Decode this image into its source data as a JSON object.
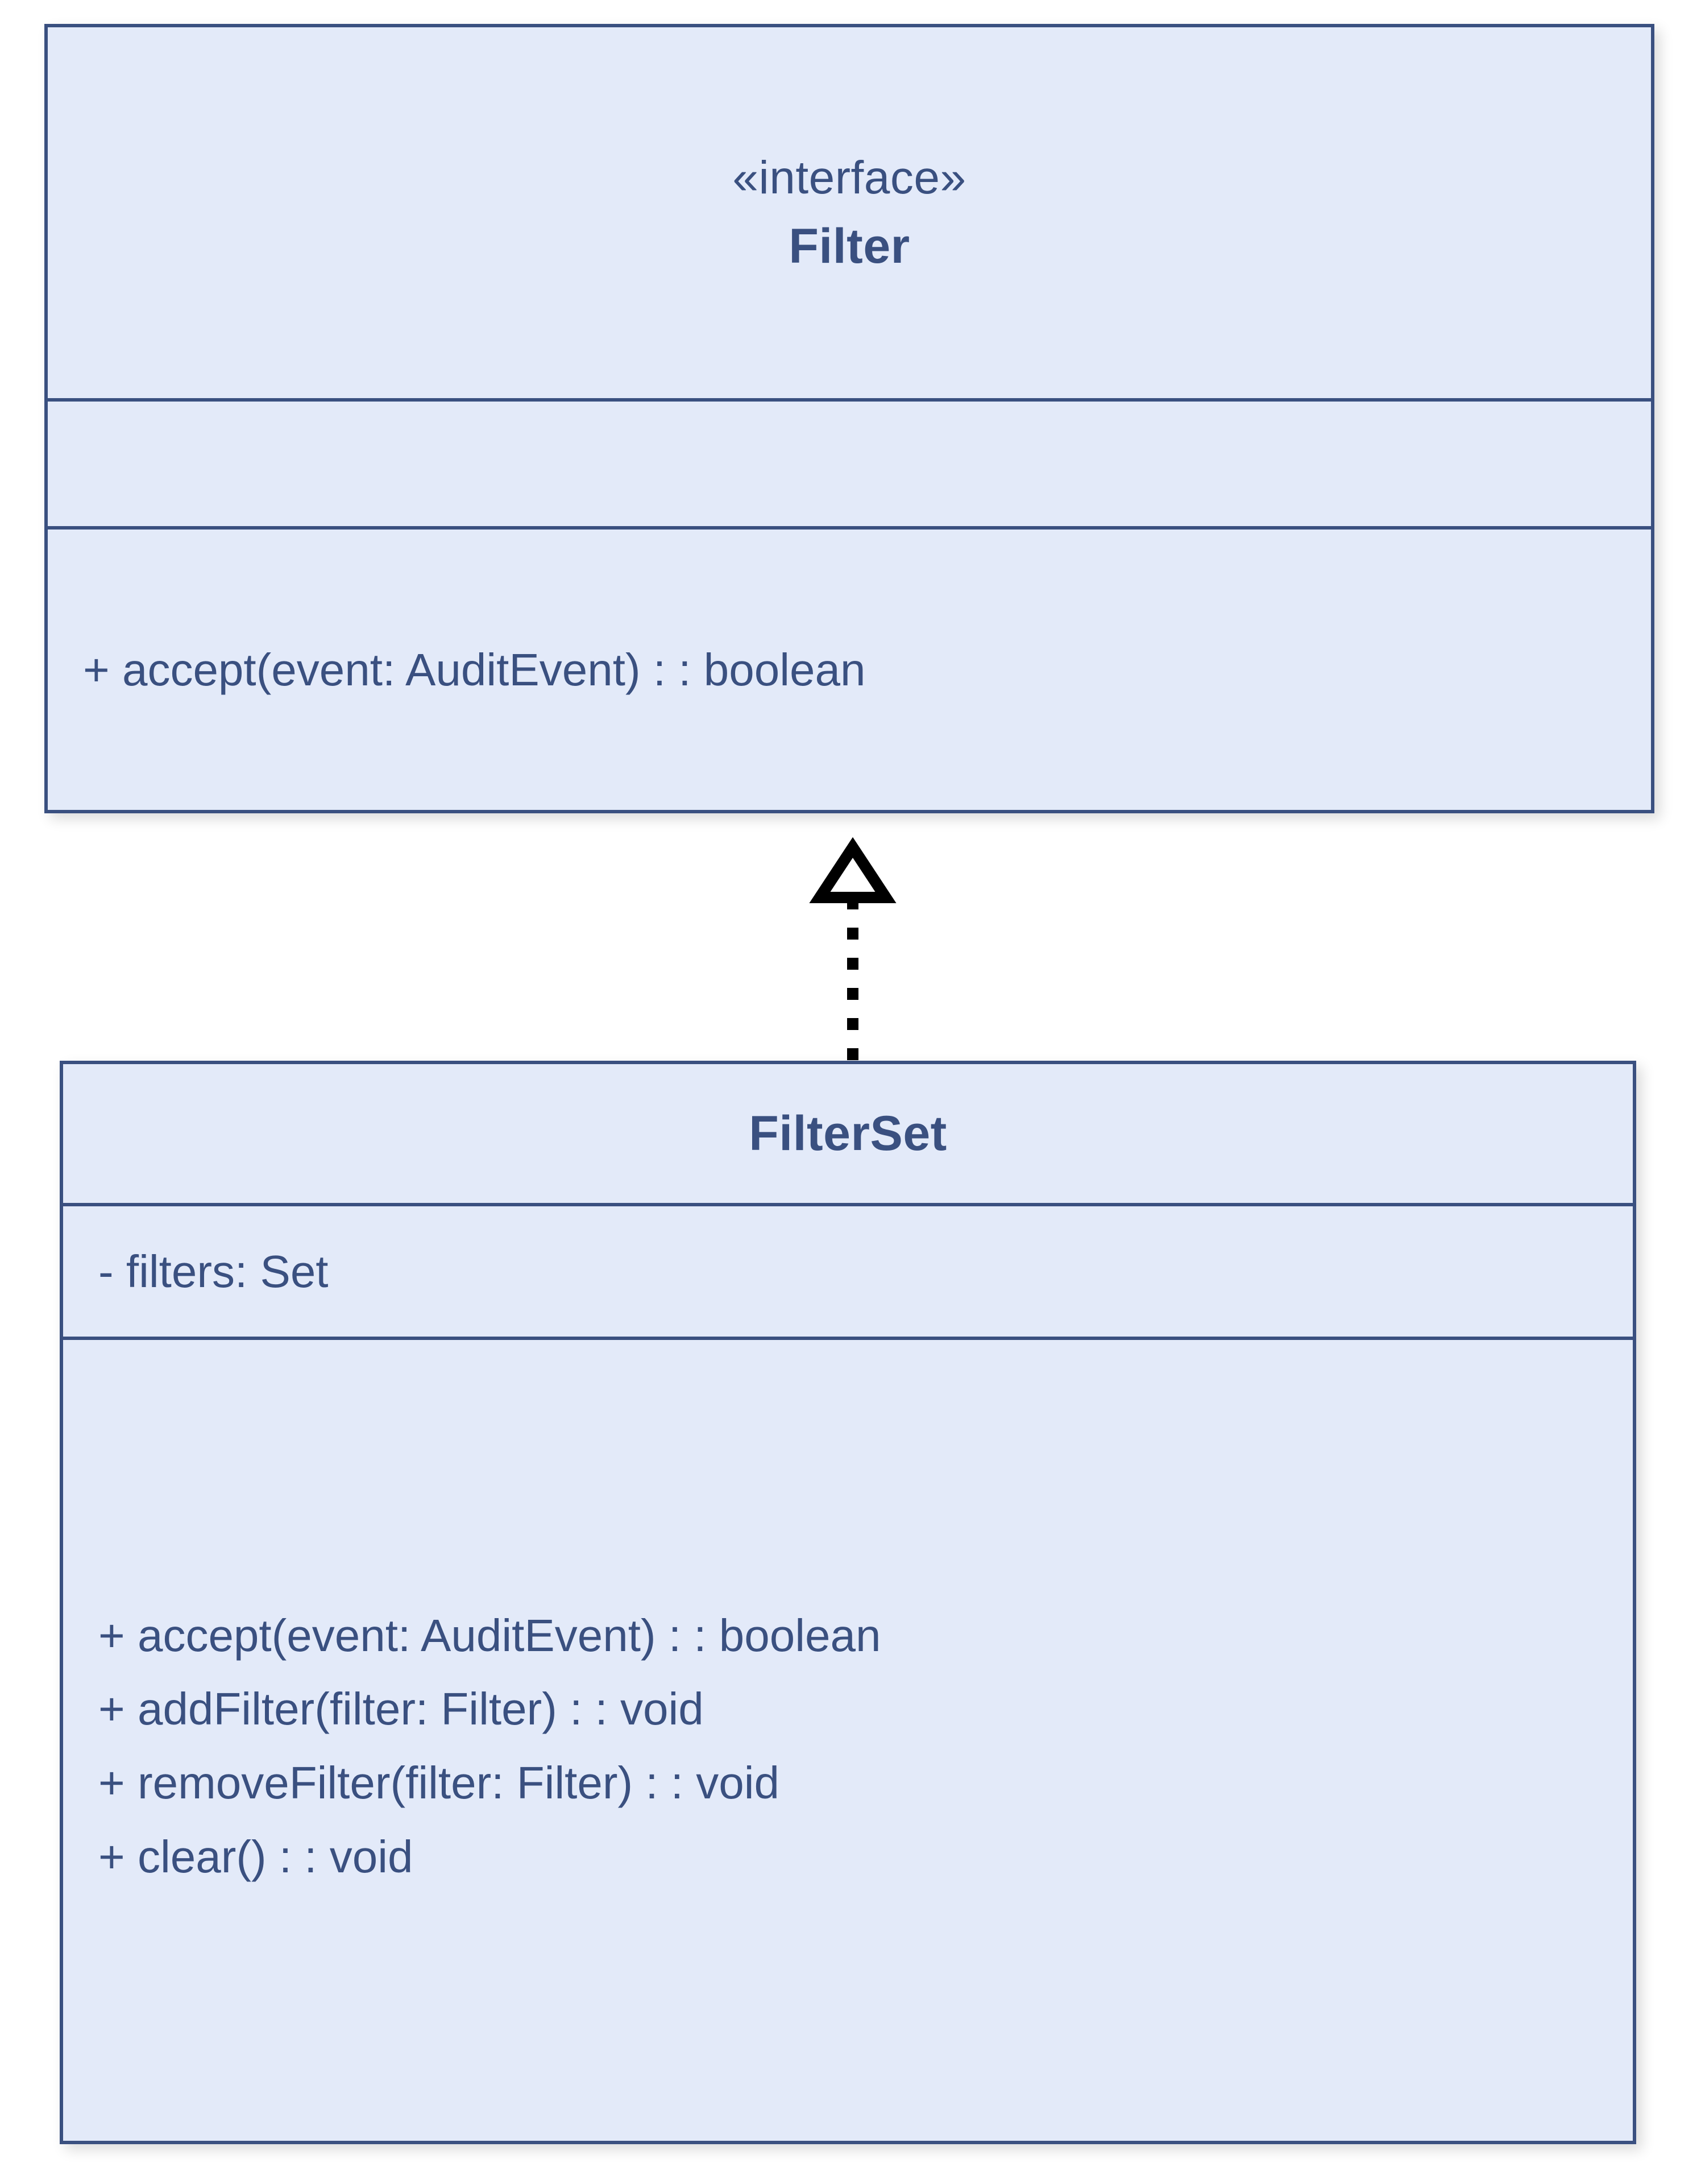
{
  "diagram": {
    "type": "uml-class-diagram",
    "background_color": "#ffffff",
    "box_fill_color": "#e3eaf9",
    "box_border_color": "#3a5080",
    "text_color": "#3a5080",
    "connector_color": "#000000",
    "classes": [
      {
        "id": "filter",
        "stereotype": "«interface»",
        "name": "Filter",
        "attributes": [],
        "methods": [
          "+ accept(event: AuditEvent) : : boolean"
        ]
      },
      {
        "id": "filterset",
        "stereotype": "",
        "name": "FilterSet",
        "attributes": [
          "- filters: Set"
        ],
        "methods": [
          "+ accept(event: AuditEvent) : : boolean",
          "+ addFilter(filter: Filter) : : void",
          "+ removeFilter(filter: Filter) : : void",
          "+ clear() : : void"
        ]
      }
    ],
    "relationships": [
      {
        "kind": "realization",
        "from": "filterset",
        "to": "filter",
        "line_style": "dotted",
        "arrowhead": "hollow-triangle"
      }
    ]
  }
}
